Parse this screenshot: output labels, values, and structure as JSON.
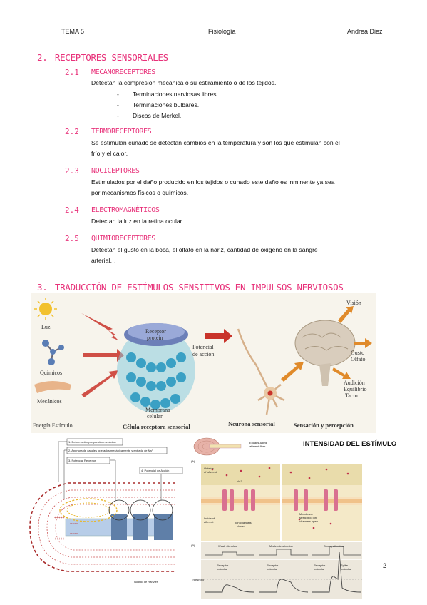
{
  "header": {
    "left": "TEMA 5",
    "center": "Fisiología",
    "right": "Andrea Diez"
  },
  "section2": {
    "number": "2.",
    "title": "Receptores sensoriales",
    "subsections": [
      {
        "number": "2.1",
        "title": "Mecanoreceptores",
        "text": "Detectan la compresión mecánica o su estiramiento o de los tejidos.",
        "items": [
          "Terminaciones nerviosas libres.",
          "Terminaciones bulbares.",
          "Discos de Merkel."
        ]
      },
      {
        "number": "2.2",
        "title": "Termoreceptores",
        "text_lines": [
          "Se estimulan cunado se detectan cambios en la temperatura y son los que estimulan con el",
          "frío y el calor."
        ]
      },
      {
        "number": "2.3",
        "title": "Nociceptores",
        "text_lines": [
          "Estimulados por el daño producido en los tejidos o cunado este daño es inminente ya sea",
          "por mecanismos físicos o químicos."
        ]
      },
      {
        "number": "2.4",
        "title": "Electromagnéticos",
        "text": "Detectan la luz en la retina ocular."
      },
      {
        "number": "2.5",
        "title": "Quimioreceptores",
        "text_lines": [
          "Detectan el gusto en la boca, el olfato en la nariz, cantidad de oxígeno en la sangre",
          "arterial…"
        ]
      }
    ]
  },
  "section3": {
    "number": "3.",
    "title": "Traducción de estímulos sensitivos en impulsos nerviosos"
  },
  "figure1": {
    "luz": "Luz",
    "quimicos": "Químicos",
    "mecanicos": "Mecánicos",
    "energia": "Energía Estímulo",
    "receptor1": "Receptor",
    "receptor2": "protein",
    "membrana1": "Membrana",
    "membrana2": "celular",
    "celula": "Célula receptora sensorial",
    "potencial1": "Potencial",
    "potencial2": "de acción",
    "neurona": "Neurona sensorial",
    "sensacion": "Sensación y percepción",
    "vision": "Visión",
    "gusto": "Gusto",
    "olfato": "Olfato",
    "audicion": "Audición",
    "equilibrio": "Equilibrio",
    "tacto": "Tacto"
  },
  "figure2": {
    "steps": [
      "1. Deformación por presión mecánica",
      "2. Apertura de canales operados mecánicamente y entrada de Na⁺",
      "3. Potencial Receptor",
      "4. Potencial de Acción"
    ],
    "nodo": "Nódulo de Ranvier"
  },
  "figure3": {
    "title": "INTENSIDAD DEL ESTÍMULO",
    "encapsulated1": "Encapsulated",
    "encapsulated2": "afferent fiber",
    "panelA": "(A)",
    "panelB": "(B)",
    "outside1": "Outside",
    "outside2": "of afferent",
    "na": "Na⁺",
    "inside1": "Inside of",
    "inside2": "afferent",
    "ion1": "Ion channels",
    "ion2": "closed",
    "membrane1": "Membrane",
    "membrane2": "stretched, ion",
    "membrane3": "channels open",
    "weak": "Weak stimulus",
    "moderate": "Moderate stimulus",
    "strong": "Strong stimulus",
    "threshold": "Threshold",
    "receptor1": "Receptor",
    "receptor2": "potential",
    "spike1": "Spike",
    "spike2": "potential"
  },
  "page_number": "2"
}
